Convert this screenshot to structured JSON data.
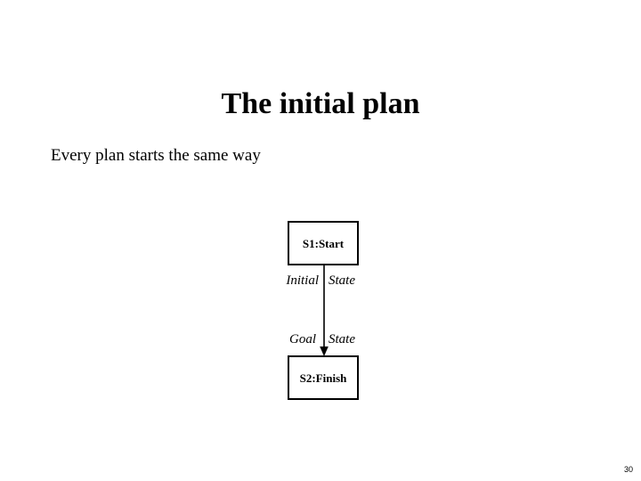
{
  "slide": {
    "title": "The initial plan",
    "body_text": "Every plan starts the same way",
    "page_number": "30",
    "background_color": "#ffffff",
    "text_color": "#000000",
    "stroke_color": "#000000"
  },
  "diagram": {
    "type": "partial-order-plan",
    "nodes": [
      {
        "id": "S1",
        "label": "S1:Start",
        "role": "start-step"
      },
      {
        "id": "S2",
        "label": "S2:Finish",
        "role": "finish-step"
      }
    ],
    "edges": [
      {
        "from": "S1",
        "to": "S2",
        "arrow": "down",
        "label_left_top": "Initial",
        "label_right_top": "State",
        "label_left_bottom": "Goal",
        "label_right_bottom": "State"
      }
    ],
    "edge_labels": {
      "initial_state": "Initial State",
      "goal_state": "Goal State"
    }
  }
}
